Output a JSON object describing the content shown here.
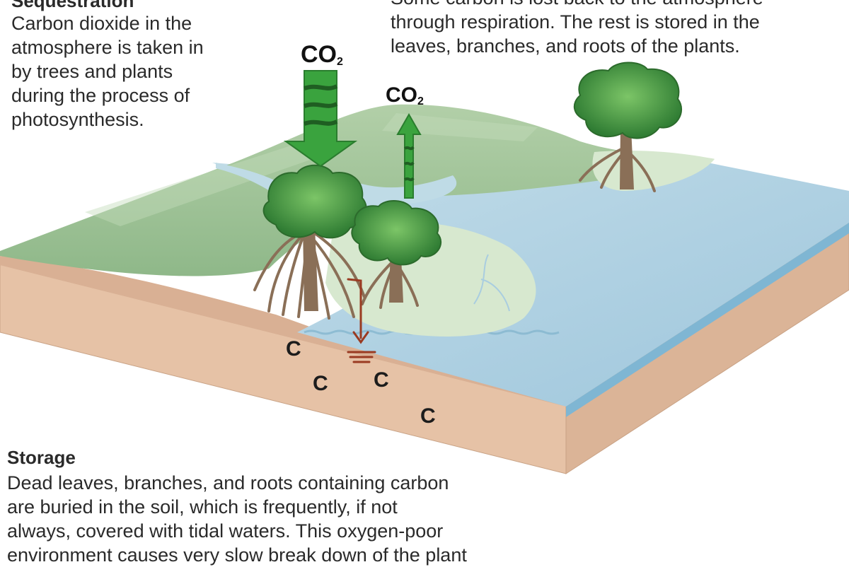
{
  "sequestration": {
    "heading": "Sequestration",
    "lines": [
      "Carbon dioxide in the",
      "atmosphere is taken in",
      "by trees and plants",
      "during the process of",
      "photosynthesis."
    ]
  },
  "respiration": {
    "lines": [
      "Some carbon is lost back to the atmosphere",
      "through respiration. The rest is stored in the",
      "leaves, branches, and roots of the plants."
    ]
  },
  "storage": {
    "heading": "Storage",
    "lines": [
      "Dead leaves, branches, and roots containing carbon",
      "are buried in the soil, which is frequently, if not",
      "always, covered with tidal waters. This oxygen-poor",
      "environment causes very slow break down of the plant"
    ]
  },
  "co2_labels": [
    {
      "main": "CO",
      "sub": "2"
    },
    {
      "main": "CO",
      "sub": "2"
    }
  ],
  "carbon_marks": [
    "C",
    "C",
    "C",
    "C"
  ],
  "colors": {
    "soil": "#e9c8ae",
    "soil_dark": "#d4ac8f",
    "water": "#a9cde0",
    "grass": "#9cbf95",
    "grass_dark": "#7faa79",
    "mud": "#d3e4cc",
    "tree": "#3f8f3d",
    "arrow_green": "#3aa33e",
    "root_arrow": "#9a3b22"
  }
}
